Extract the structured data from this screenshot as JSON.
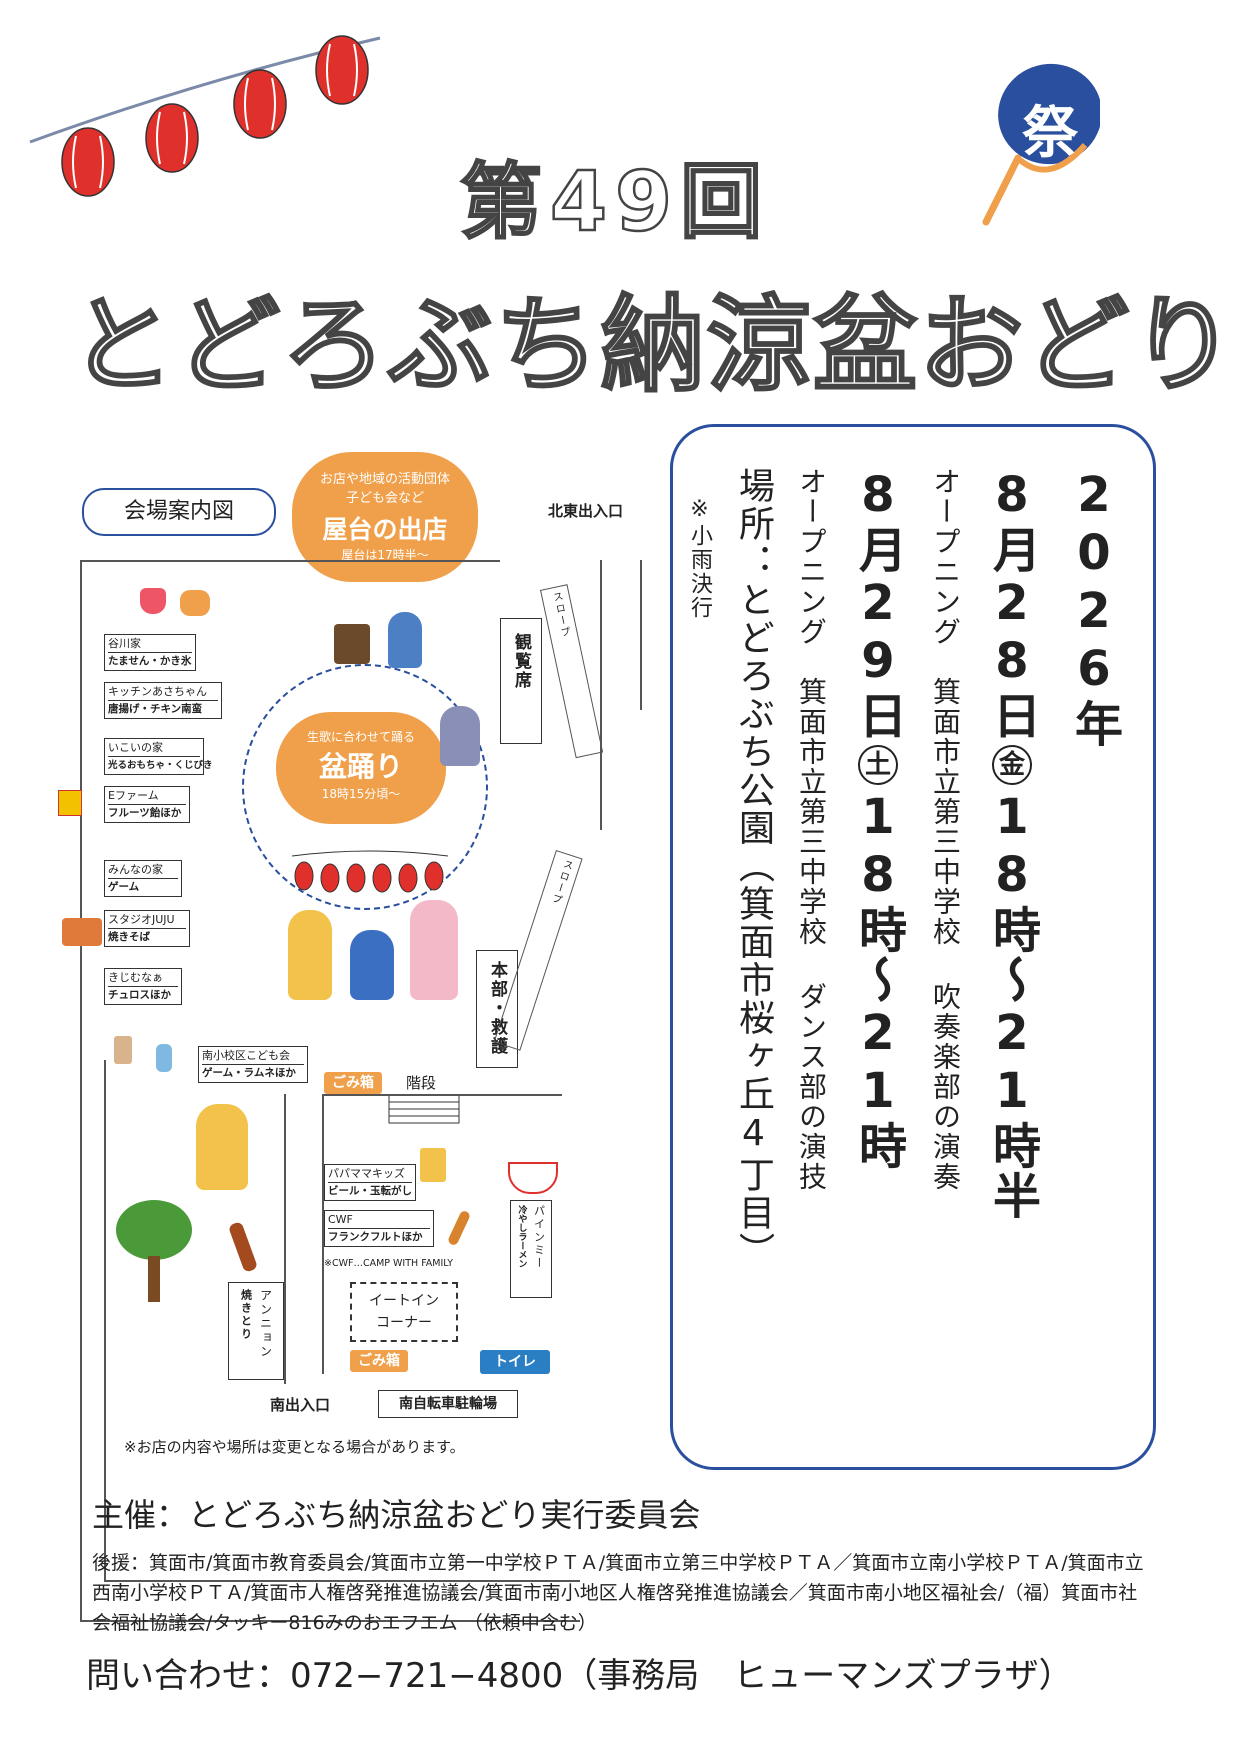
{
  "header": {
    "edition": "第49回",
    "title": "とどろぶち納涼盆おどり",
    "fan_char": "祭"
  },
  "map": {
    "guide_label": "会場案内図",
    "stall_bubble": {
      "line1": "お店や地域の活動団体",
      "line2": "子ども会など",
      "title": "屋台の出店",
      "time": "屋台は17時半～"
    },
    "dance_bubble": {
      "line1": "生歌に合わせて踊る",
      "title": "盆踊り",
      "time": "18時15分頃～"
    },
    "ne_entrance": "北東出入口",
    "south_entrance": "南出入口",
    "bike_parking": "南自転車駐輪場",
    "viewing_area": "観覧席",
    "slope_top": "スロープ",
    "slope_bottom": "スロープ",
    "hq": "本部・救護",
    "stairs": "階段",
    "trash1": "ごみ箱",
    "trash2": "ごみ箱",
    "toilet": "トイレ",
    "eat_in_1": "イートイン",
    "eat_in_2": "コーナー",
    "pineapple_1": "パインミー",
    "pineapple_2": "冷やしラーメン",
    "yakitori_1": "アンニョン",
    "yakitori_2": "焼きとり",
    "cwf_note": "※CWF…CAMP WITH FAMILY",
    "shops_left": [
      {
        "name": "谷川家",
        "item": "たません・かき氷"
      },
      {
        "name": "キッチンあさちゃん",
        "item": "唐揚げ・チキン南蛮"
      },
      {
        "name": "いこいの家",
        "item": "光るおもちゃ・くじびき"
      },
      {
        "name": "Eファーム",
        "item": "フルーツ飴ほか"
      },
      {
        "name": "みんなの家",
        "item": "ゲーム"
      },
      {
        "name": "スタジオJUJU",
        "item": "焼きそば"
      },
      {
        "name": "きじむなぁ",
        "item": "チュロスほか"
      }
    ],
    "shop_south_kids": {
      "name": "南小校区こども会",
      "item": "ゲーム・ラムネほか"
    },
    "shops_center": [
      {
        "name": "パパママキッズ",
        "item": "ビール・玉転がし"
      },
      {
        "name": "CWF",
        "item": "フランクフルトほか"
      }
    ],
    "footnote": "※お店の内容や場所は変更となる場合があります。"
  },
  "info": {
    "year": "2026年",
    "day1_date": "8月28日",
    "day1_weekday": "金",
    "day1_time": "18時～21時半",
    "day1_opening": "オープニング　箕面市立第三中学校 吹奏楽部の演奏",
    "day2_date": "8月29日",
    "day2_weekday": "土",
    "day2_time": "18時～21時",
    "day2_opening": "オープニング　箕面市立第三中学校 ダンス部の演技",
    "venue": "場所：とどろぶち公園（箕面市桜ヶ丘4丁目）",
    "rain": "※小雨決行"
  },
  "footer": {
    "organizer": "主催：とどろぶち納涼盆おどり実行委員会",
    "support": "後援：箕面市/箕面市教育委員会/箕面市立第一中学校ＰＴＡ/箕面市立第三中学校ＰＴＡ／箕面市立南小学校ＰＴＡ/箕面市立西南小学校ＰＴＡ/箕面市人権啓発推進協議会/箕面市南小地区人権啓発推進協議会／箕面市南小地区福祉会/（福）箕面市社会福祉協議会/タッキー816みのおエフエム （依頼中含む）",
    "contact": "問い合わせ：072−721−4800（事務局　ヒューマンズプラザ）"
  },
  "colors": {
    "accent_orange": "#f0a04b",
    "frame_blue": "#2a4f9e",
    "lantern_red": "#e0302c",
    "toilet_blue": "#2a7fc4"
  }
}
